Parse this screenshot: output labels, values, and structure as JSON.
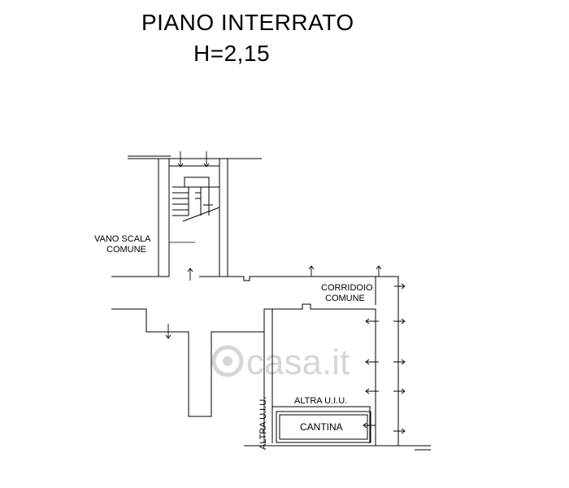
{
  "header": {
    "title": "PIANO INTERRATO",
    "height_label": "H=2,15"
  },
  "rooms": {
    "stair": {
      "line1": "VANO SCALA",
      "line2": "COMUNE"
    },
    "corridor": {
      "line1": "CORRIDOIO",
      "line2": "COMUNE"
    },
    "other_unit_top": "ALTRA U.I.U.",
    "other_unit_left": "ALTRA U.I.U.",
    "cellar": "CANTINA"
  },
  "watermark": {
    "text": "casa.it"
  }
}
